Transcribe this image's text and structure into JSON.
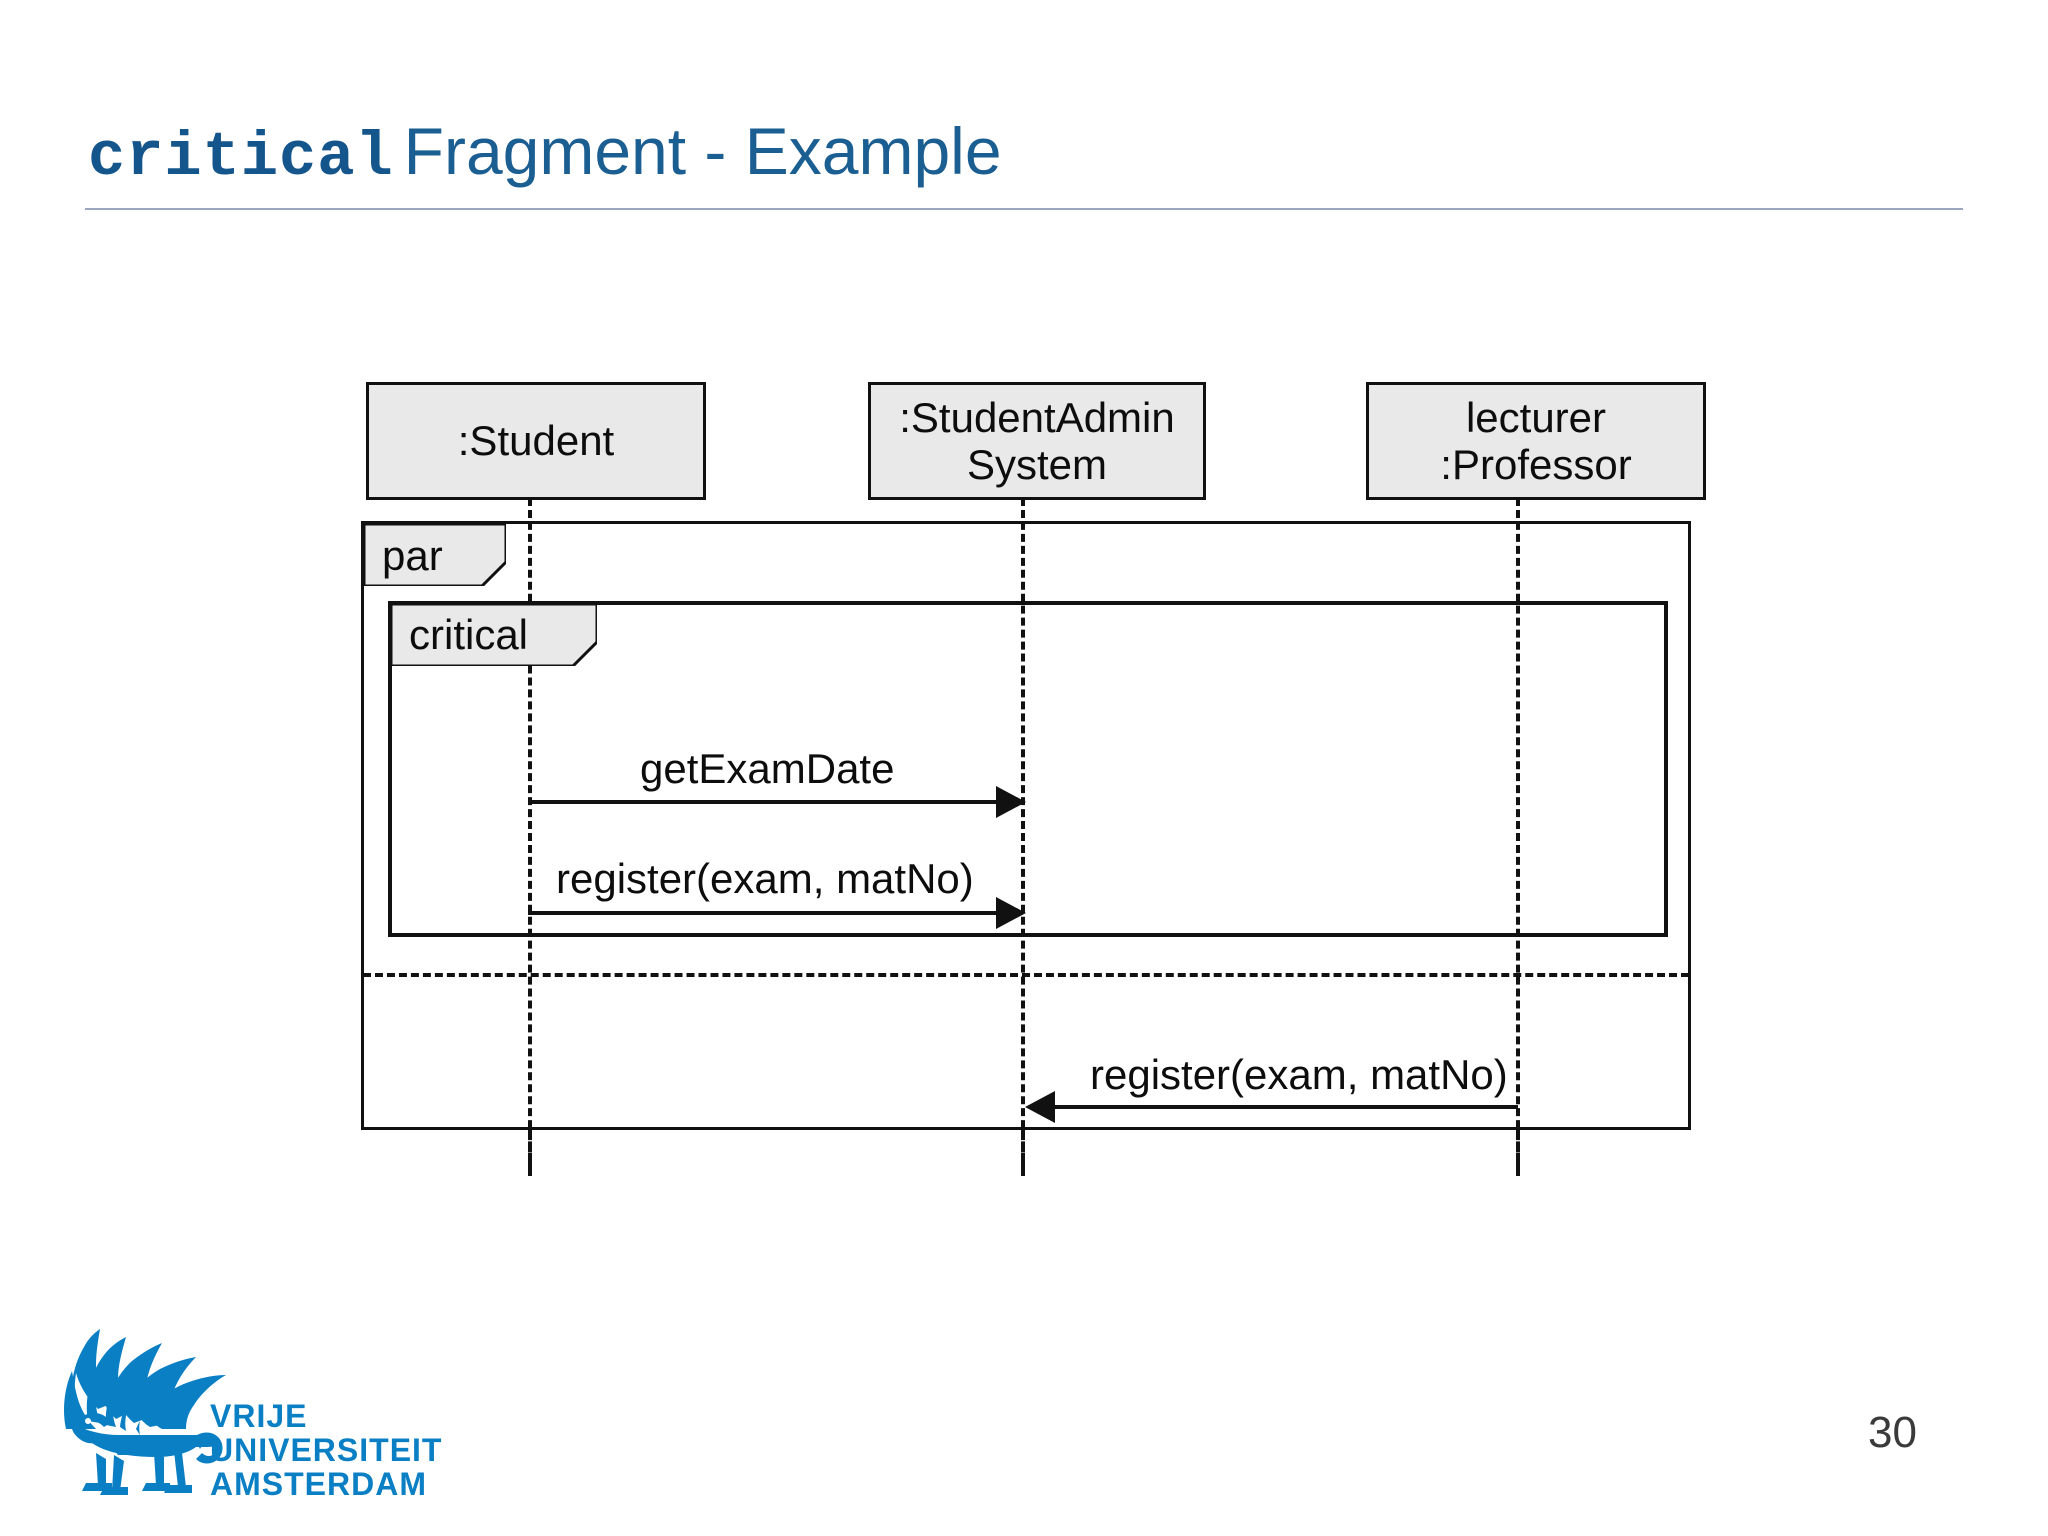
{
  "slide": {
    "title_keyword": "critical",
    "title_rest": "Fragment - Example",
    "page_number": "30",
    "accent_color": "#14558c",
    "logo_color": "#0b7fc4"
  },
  "footer": {
    "logo_name": "vrije-universiteit-amsterdam-logo",
    "logo_line1": "VRIJE",
    "logo_line2": "UNIVERSITEIT",
    "logo_line3": "AMSTERDAM"
  },
  "diagram": {
    "type": "uml-sequence-diagram",
    "lifelines": [
      {
        "id": "student",
        "line1": ":Student",
        "line2": ""
      },
      {
        "id": "studentadmin",
        "line1": ":StudentAdmin",
        "line2": "System"
      },
      {
        "id": "professor",
        "line1": "lecturer",
        "line2": ":Professor"
      }
    ],
    "fragments": [
      {
        "id": "par",
        "operator": "par"
      },
      {
        "id": "critical",
        "operator": "critical"
      }
    ],
    "messages": [
      {
        "id": "m1",
        "label": "getExamDate",
        "from": "student",
        "to": "studentadmin",
        "direction": "right"
      },
      {
        "id": "m2",
        "label": "register(exam, matNo)",
        "from": "student",
        "to": "studentadmin",
        "direction": "right"
      },
      {
        "id": "m3",
        "label": "register(exam, matNo)",
        "from": "professor",
        "to": "studentadmin",
        "direction": "left"
      }
    ]
  }
}
